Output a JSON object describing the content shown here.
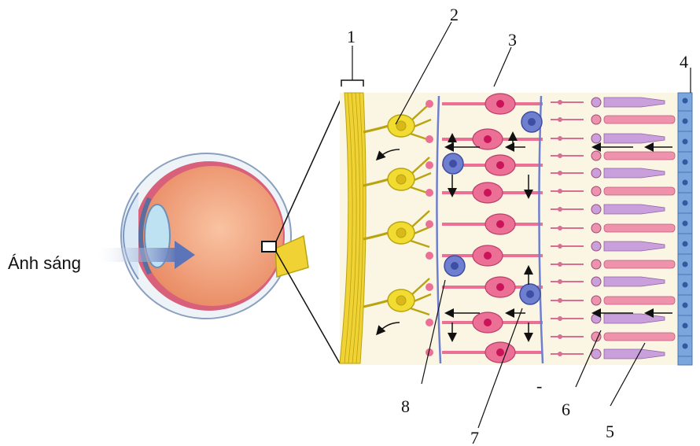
{
  "light_label": "Ánh sáng",
  "callouts": [
    "1",
    "2",
    "3",
    "4",
    "5",
    "6",
    "7",
    "8"
  ],
  "stray_mark": "-",
  "colors": {
    "ganglion": "#f2dc32",
    "ganglion_outline": "#b9a410",
    "bipolar": "#ec6f96",
    "bipolar_nucleus": "#c9145a",
    "horizontal": "#6f7fcf",
    "receptor_rod": "#ef93ad",
    "receptor_cone": "#c9a0dc",
    "pigment": "#7aa6dd",
    "eyeball": "#f2a07b",
    "arrow_light": "#5b75b8",
    "background_layer": "#fbf6e3"
  }
}
